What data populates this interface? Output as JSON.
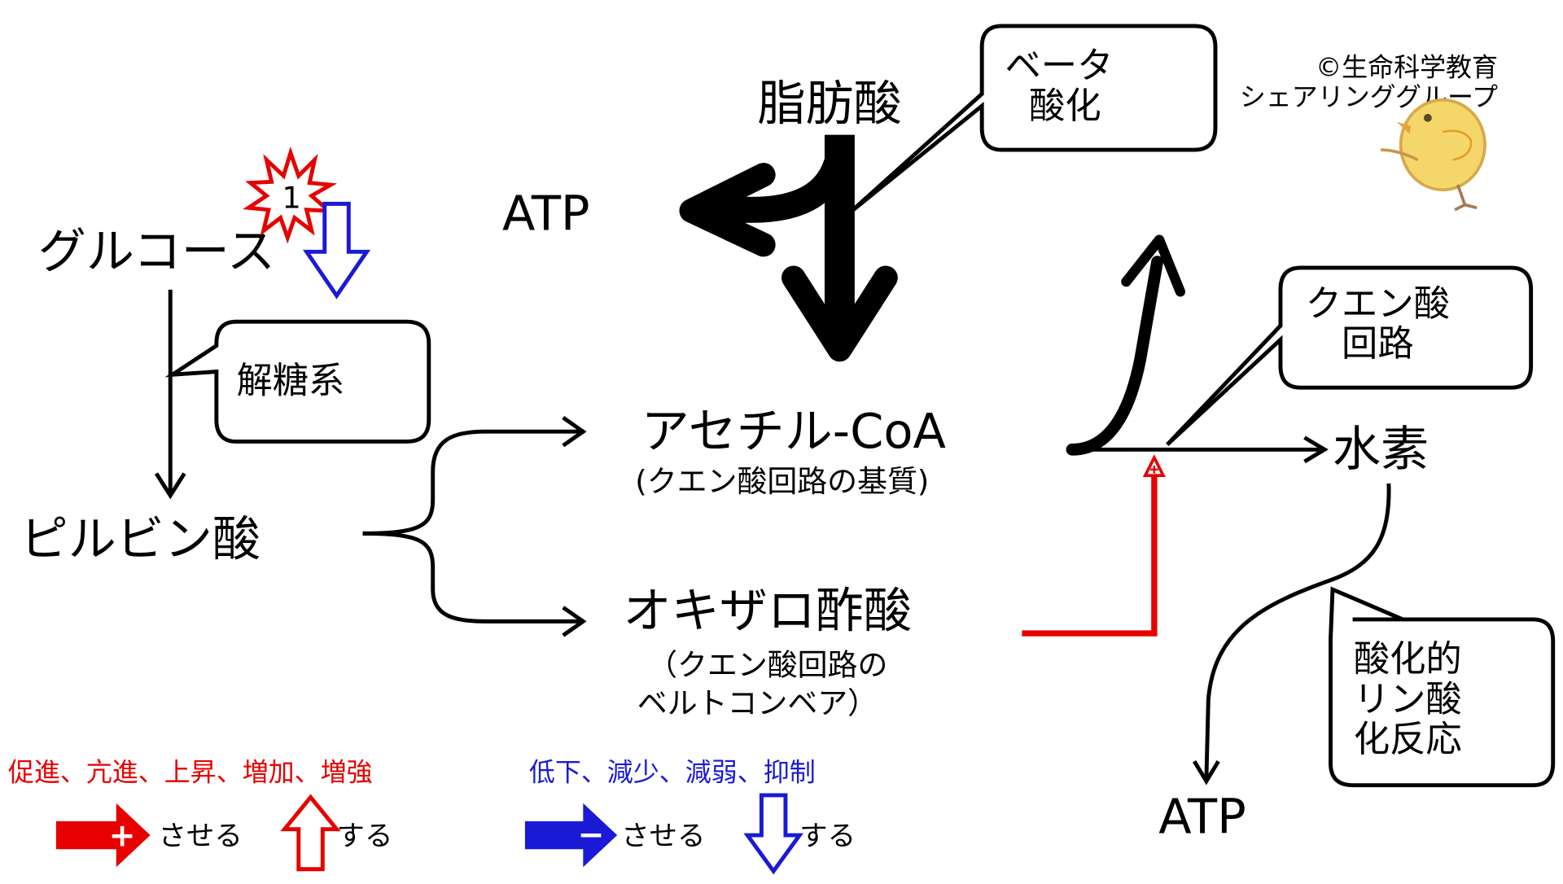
{
  "copyright": {
    "line1": "©生命科学教育",
    "line2": "シェアリンググループ"
  },
  "nodes": {
    "fatty_acid": "脂肪酸",
    "atp_left": "ATP",
    "glucose": "グルコース",
    "pyruvate": "ピルビン酸",
    "acetyl_coa": "アセチル-CoA",
    "acetyl_coa_note": "(クエン酸回路の基質)",
    "oxaloacetate": "オキザロ酢酸",
    "oxaloacetate_note_1": "（クエン酸回路の",
    "oxaloacetate_note_2": "ベルトコンベア）",
    "hydrogen": "水素",
    "atp_bottom": "ATP"
  },
  "callouts": {
    "beta_1": "ベータ",
    "beta_2": "酸化",
    "glycolysis": "解糖系",
    "tca_1": "クエン酸",
    "tca_2": "回路",
    "oxphos_1": "酸化的",
    "oxphos_2": "リン酸",
    "oxphos_3": "化反応"
  },
  "badge": {
    "number": "1"
  },
  "legend": {
    "increase_terms": "促進、亢進、上昇、増加、増強",
    "decrease_terms": "低下、減少、減弱、抑制",
    "cause_label_plus": "させる",
    "self_label_up": "する",
    "cause_label_minus": "させる",
    "self_label_down": "する",
    "plus_symbol": "+",
    "minus_symbol": "−"
  },
  "colors": {
    "increase": "#e60000",
    "decrease": "#1a1ad6",
    "line": "#000000",
    "starburst_fill": "#ffffff"
  }
}
